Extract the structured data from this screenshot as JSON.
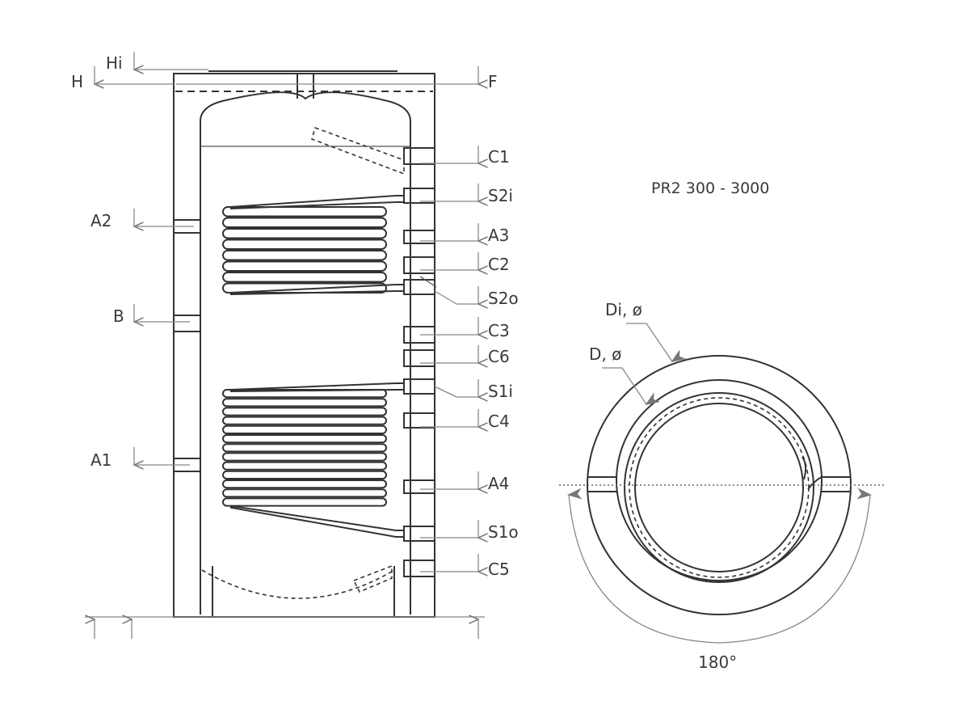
{
  "title": "PR2 300 - 3000",
  "left_view": {
    "labels_left": {
      "Hi": "Hi",
      "H": "H",
      "A2": "A2",
      "B": "B",
      "A1": "A1"
    },
    "labels_right": {
      "F": "F",
      "C1": "C1",
      "S2i": "S2i",
      "A3": "A3",
      "C2": "C2",
      "S2o": "S2o",
      "C3": "C3",
      "C6": "C6",
      "S1i": "S1i",
      "C4": "C4",
      "A4": "A4",
      "S1o": "S1o",
      "C5": "C5"
    }
  },
  "top_view": {
    "outer_label": "Di, ø",
    "inner_label": "D, ø",
    "angle_label": "180°"
  }
}
